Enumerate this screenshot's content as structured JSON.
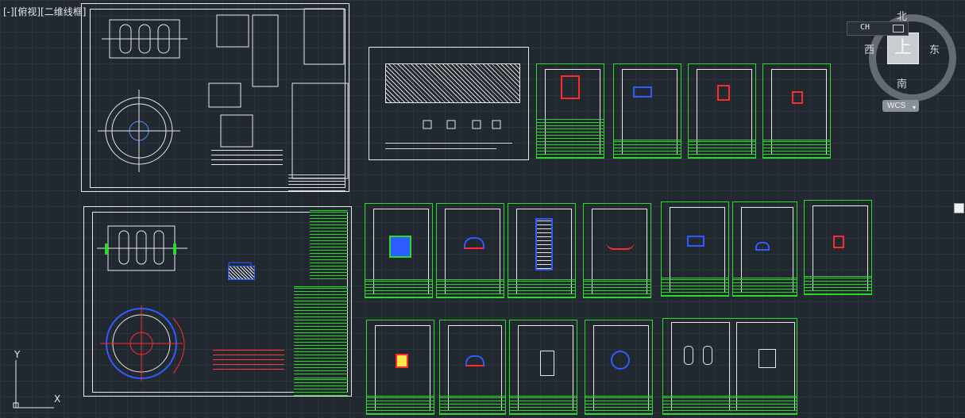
{
  "viewport": {
    "label": "[-][俯视][二维线框]"
  },
  "viewcube": {
    "north": "北",
    "south": "南",
    "east": "东",
    "west": "西",
    "top_face": "上",
    "wcs_label": "WCS",
    "ch_label": "CH"
  },
  "ucs": {
    "x_label": "X",
    "y_label": "Y"
  },
  "colors": {
    "background": "#212830",
    "sheet_border": "#e8e8e8",
    "green_border": "#2adb2a",
    "red_mark": "#ff2a2a",
    "blue_mark": "#2e5cff"
  }
}
